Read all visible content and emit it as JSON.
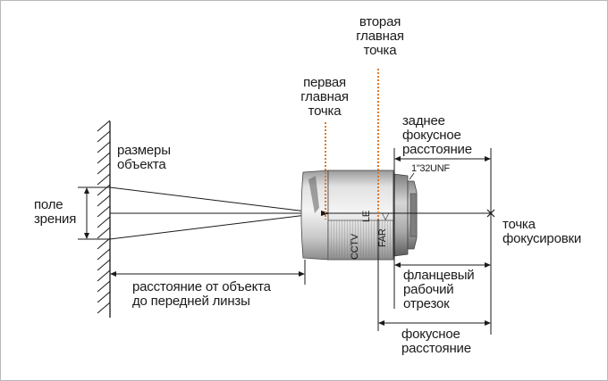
{
  "labels": {
    "second_principal_point": [
      "вторая",
      "главная",
      "точка"
    ],
    "first_principal_point": [
      "первая",
      "главная",
      "точка"
    ],
    "back_focal_distance": [
      "заднее",
      "фокусное",
      "расстояние"
    ],
    "object_size": [
      "размеры",
      "объекта"
    ],
    "field_of_view": [
      "поле",
      "зрения"
    ],
    "thread_spec": "1\"32UNF",
    "focus_point": [
      "точка",
      "фокусировки"
    ],
    "distance_object_to_front_lens": [
      "расстояние от объекта",
      "до передней линзы"
    ],
    "flange_back": [
      "фланцевый",
      "рабочий",
      "отрезок"
    ],
    "focal_length": [
      "фокусное",
      "расстояние"
    ]
  },
  "lens_marks": {
    "cctv": "CCTV",
    "le": "LE",
    "far": "FAR",
    "arrow": "◁"
  },
  "colors": {
    "line": "#1a1a1a",
    "principal_point_line": "#e0782a",
    "lens_body_light": "#d9d9d9",
    "lens_body_mid": "#b4b4b4",
    "lens_body_dark": "#6f6f6f"
  }
}
